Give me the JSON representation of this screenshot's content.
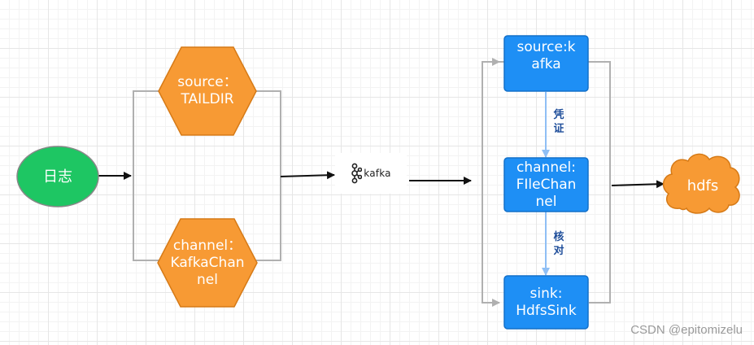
{
  "nodes": {
    "logs": "日志",
    "source_taildir": "source：\nTAILDIR",
    "channel_kafka": "channel：\nKafkaChan\nnel",
    "kafka_logo": "kafka",
    "source_kafka": "source:k\nafka",
    "channel_file": "channel:\nFIleChan\nnel",
    "sink_hdfs": "sink:\nHdfsSink",
    "hdfs": "hdfs"
  },
  "edge_labels": {
    "credential": "凭\n证",
    "verify": "核\n对"
  },
  "watermark": "CSDN @epitomizelu",
  "colors": {
    "green": "#1ec663",
    "orange": "#f79a34",
    "blue": "#1e8ff5",
    "gray_line": "#b0b0b0"
  }
}
